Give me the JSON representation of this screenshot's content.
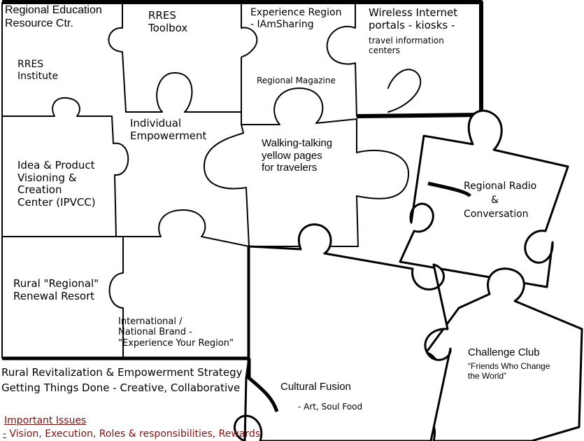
{
  "pieces": {
    "regional_education": "Regional Education\nResource Ctr.",
    "rres_toolbox": "RRES\nToolbox",
    "experience_region": "Experience Region\n- IAmSharing",
    "wireless_title": "Wireless Internet\nportals - kiosks -",
    "wireless_sub": "travel information\ncenters",
    "rres_institute": "RRES\nInstitute",
    "regional_magazine": "Regional Magazine",
    "individual_empowerment": "Individual\nEmpowerment",
    "walking_talking": "Walking-talking\nyellow pages\nfor travelers",
    "idea_product": "Idea & Product\nVisioning &\nCreation\nCenter (IPVCC)",
    "regional_radio_1": "Regional Radio",
    "regional_radio_2": "&",
    "regional_radio_3": "Conversation",
    "rural_regional": "Rural \"Regional\"\nRenewal Resort",
    "international_brand": "International /\nNational Brand -\n\"Experience Your Region\"",
    "challenge_club_title": "Challenge Club",
    "challenge_club_sub": "“Friends Who Change\nthe World”",
    "cultural_fusion": "Cultural Fusion",
    "cultural_fusion_sub": "- Art, Soul Food"
  },
  "strategy": {
    "line1": "Rural Revitalization & Empowerment Strategy",
    "line2": "Getting Things Done - Creative, Collaborative"
  },
  "issues": {
    "heading": "Important Issues",
    "dash": "-",
    "items": " Vision, Execution, Roles & responsibilities, Rewards"
  },
  "colors": {
    "outline": "#000000",
    "issues_text": "#7a1010"
  }
}
